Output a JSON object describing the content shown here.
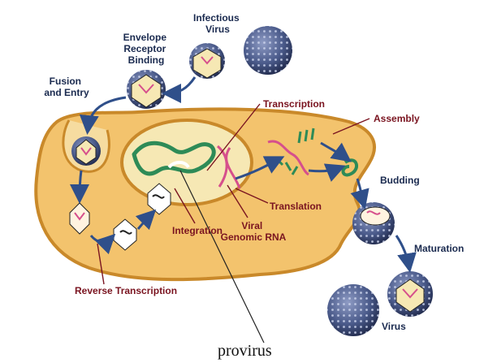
{
  "labels": {
    "infectious_virus": [
      "Infectious",
      "Virus"
    ],
    "envelope_receptor_binding": [
      "Envelope",
      "Receptor",
      "Binding"
    ],
    "fusion_and_entry": [
      "Fusion",
      "and Entry"
    ],
    "transcription": "Transcription",
    "assembly": "Assembly",
    "budding": "Budding",
    "translation": "Translation",
    "integration": "Integration",
    "viral_genomic_rna": [
      "Viral",
      "Genomic RNA"
    ],
    "maturation": "Maturation",
    "reverse_transcription": "Reverse Transcription",
    "virus": "Virus",
    "provirus": "provirus"
  },
  "colors": {
    "cell_fill": "#f3c36d",
    "cell_edge": "#c9892a",
    "nucleus_fill": "#f6e8b4",
    "virion": "#4a5a8a",
    "arrow": "#2f4f8a",
    "rna_pink": "#d64f8c",
    "dna_green": "#2e8b57",
    "label_dark": "#1a2a4f",
    "label_red": "#7a1420"
  }
}
